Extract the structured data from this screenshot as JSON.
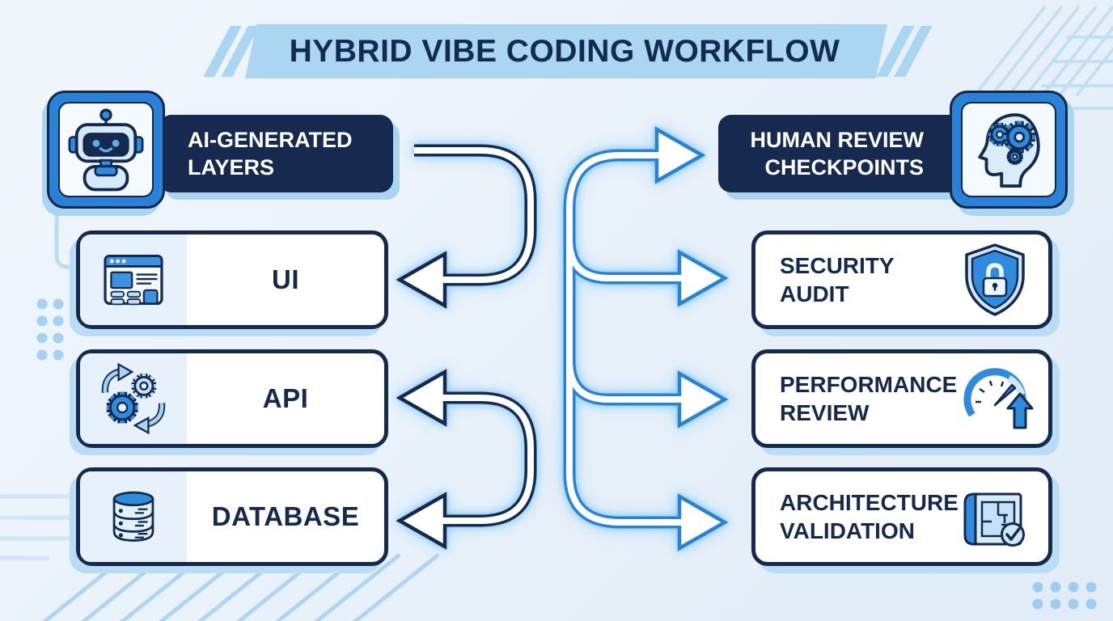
{
  "title": "HYBRID VIBE CODING WORKFLOW",
  "left_column": {
    "header": {
      "label": "AI-GENERATED LAYERS",
      "lines": [
        "AI-GENERATED",
        "LAYERS"
      ],
      "icon": "robot-icon"
    },
    "items": [
      {
        "label": "UI",
        "icon": "browser-window-icon"
      },
      {
        "label": "API",
        "icon": "gears-sync-icon"
      },
      {
        "label": "DATABASE",
        "icon": "database-icon"
      }
    ]
  },
  "right_column": {
    "header": {
      "label": "HUMAN REVIEW CHECKPOINTS",
      "lines": [
        "HUMAN REVIEW",
        "CHECKPOINTS"
      ],
      "icon": "head-gears-icon"
    },
    "items": [
      {
        "label": "SECURITY AUDIT",
        "lines": [
          "SECURITY",
          "AUDIT"
        ],
        "icon": "shield-lock-icon"
      },
      {
        "label": "PERFORMANCE REVIEW",
        "lines": [
          "PERFORMANCE",
          "REVIEW"
        ],
        "icon": "gauge-up-icon"
      },
      {
        "label": "ARCHITECTURE VALIDATION",
        "lines": [
          "ARCHITECTURE",
          "VALIDATION"
        ],
        "icon": "blueprint-check-icon"
      }
    ]
  },
  "colors": {
    "background": "#edf3fa",
    "banner": "#abd6f2",
    "navy": "#16294e",
    "blue": "#2a82d8",
    "light_blue": "#bfe0f6",
    "arrow_glow": "#8ac9f3",
    "box_shadow": "#b9ddf4",
    "white": "#ffffff"
  }
}
